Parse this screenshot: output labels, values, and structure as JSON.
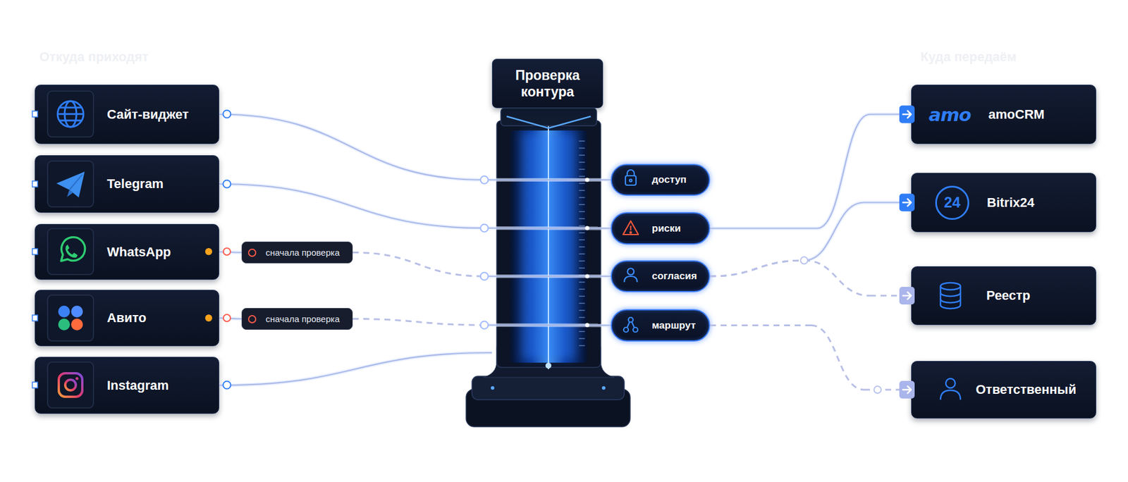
{
  "diagram": {
    "nodes": [
      {
        "text": [
          "Сайт-виджет"
        ]
      },
      {
        "text": [
          "Telegram"
        ]
      },
      {
        "text": [
          "WhatsApp"
        ]
      },
      {
        "text": [
          "Авито"
        ]
      },
      {
        "text": [
          "Instagram"
        ]
      },
      {
        "text": [
          "сначала проверка"
        ]
      },
      {
        "text": [
          "сначала проверка"
        ]
      },
      {
        "text": [
          "Проверка контура"
        ]
      },
      {
        "text": [
          "доступ"
        ]
      },
      {
        "text": [
          "риски"
        ]
      },
      {
        "text": [
          "согласия"
        ]
      },
      {
        "text": [
          "маршрут"
        ]
      },
      {
        "text": [
          "amo",
          "amoCRM"
        ]
      },
      {
        "text": [
          "24",
          "Bitrix24"
        ]
      },
      {
        "text": [
          "Реестр"
        ]
      },
      {
        "text": [
          "Ответственный"
        ]
      }
    ],
    "edges": [
      {
        "from": 0,
        "to": 8,
        "arrow": "none"
      },
      {
        "from": 1,
        "to": 9,
        "arrow": "none"
      },
      {
        "from": 2,
        "to": 5,
        "arrow": "none"
      },
      {
        "from": 5,
        "to": 10,
        "arrow": "none"
      },
      {
        "from": 3,
        "to": 6,
        "arrow": "none"
      },
      {
        "from": 6,
        "to": 11,
        "arrow": "none"
      },
      {
        "from": 4,
        "to": 7,
        "arrow": "none"
      },
      {
        "from": 9,
        "to": 12,
        "arrow": "to"
      },
      {
        "from": 10,
        "to": 13,
        "arrow": "to"
      },
      {
        "from": 10,
        "to": 14,
        "arrow": "to"
      },
      {
        "from": 11,
        "to": 15,
        "arrow": "to"
      }
    ],
    "labels": [
      "Откуда приходят",
      "Куда передаём"
    ]
  }
}
